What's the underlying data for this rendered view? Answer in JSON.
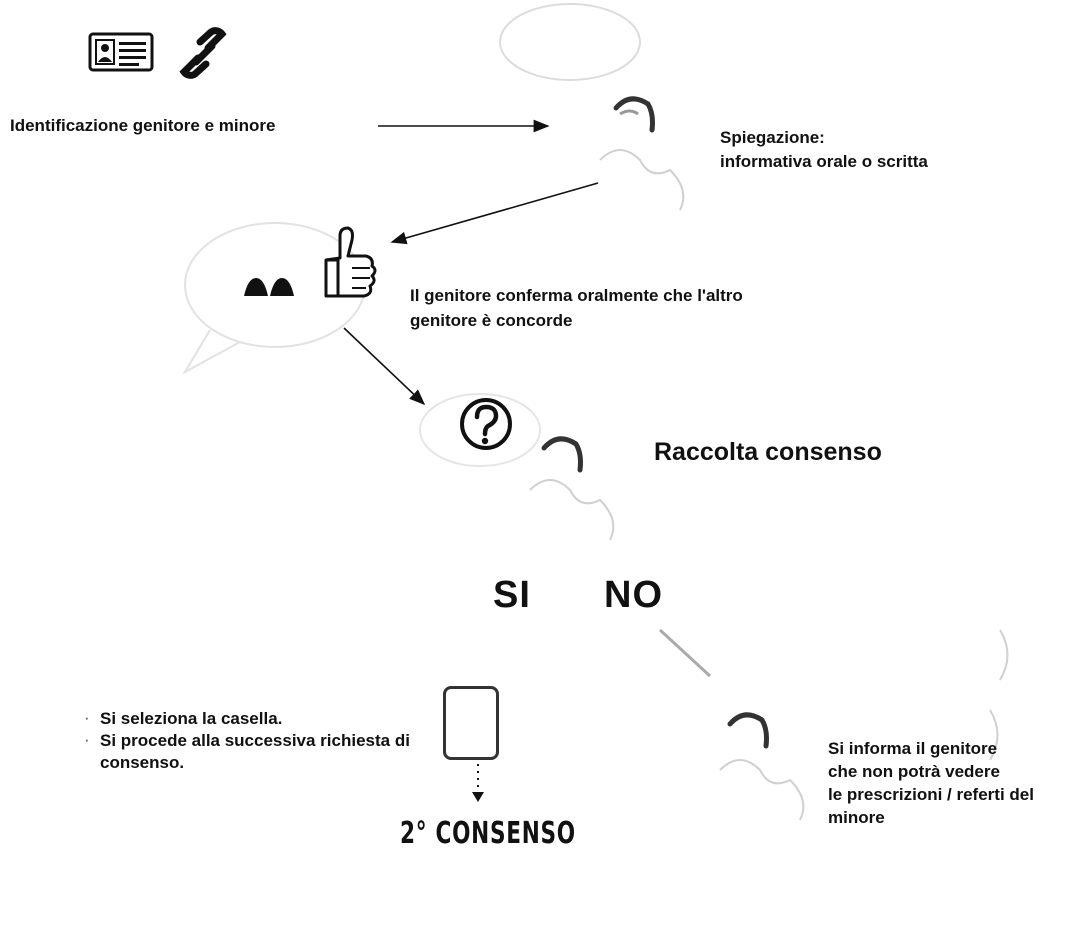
{
  "steps": {
    "identification_label": "Identificazione genitore e minore",
    "explanation_title": "Spiegazione:",
    "explanation_body": "informativa orale o scritta",
    "confirm_line1": "Il genitore conferma oralmente che l'altro",
    "confirm_line2": "genitore è concorde",
    "consent_title": "Raccolta consenso"
  },
  "decision": {
    "yes_label": "SI",
    "no_label": "NO"
  },
  "yes_branch": {
    "bullets": [
      "Si seleziona la casella.",
      "Si procede alla successiva richiesta di consenso."
    ],
    "next_label": "2° CONSENSO"
  },
  "no_branch": {
    "line1": "Si informa il genitore",
    "line2": "che non potrà vedere",
    "line3": "le prescrizioni / referti del",
    "line4": "minore"
  },
  "icons": [
    "id-card-icon",
    "link-icon",
    "speech-bubble-icon",
    "people-icon",
    "thumbs-up-icon",
    "question-mark-icon",
    "hand-icon"
  ]
}
